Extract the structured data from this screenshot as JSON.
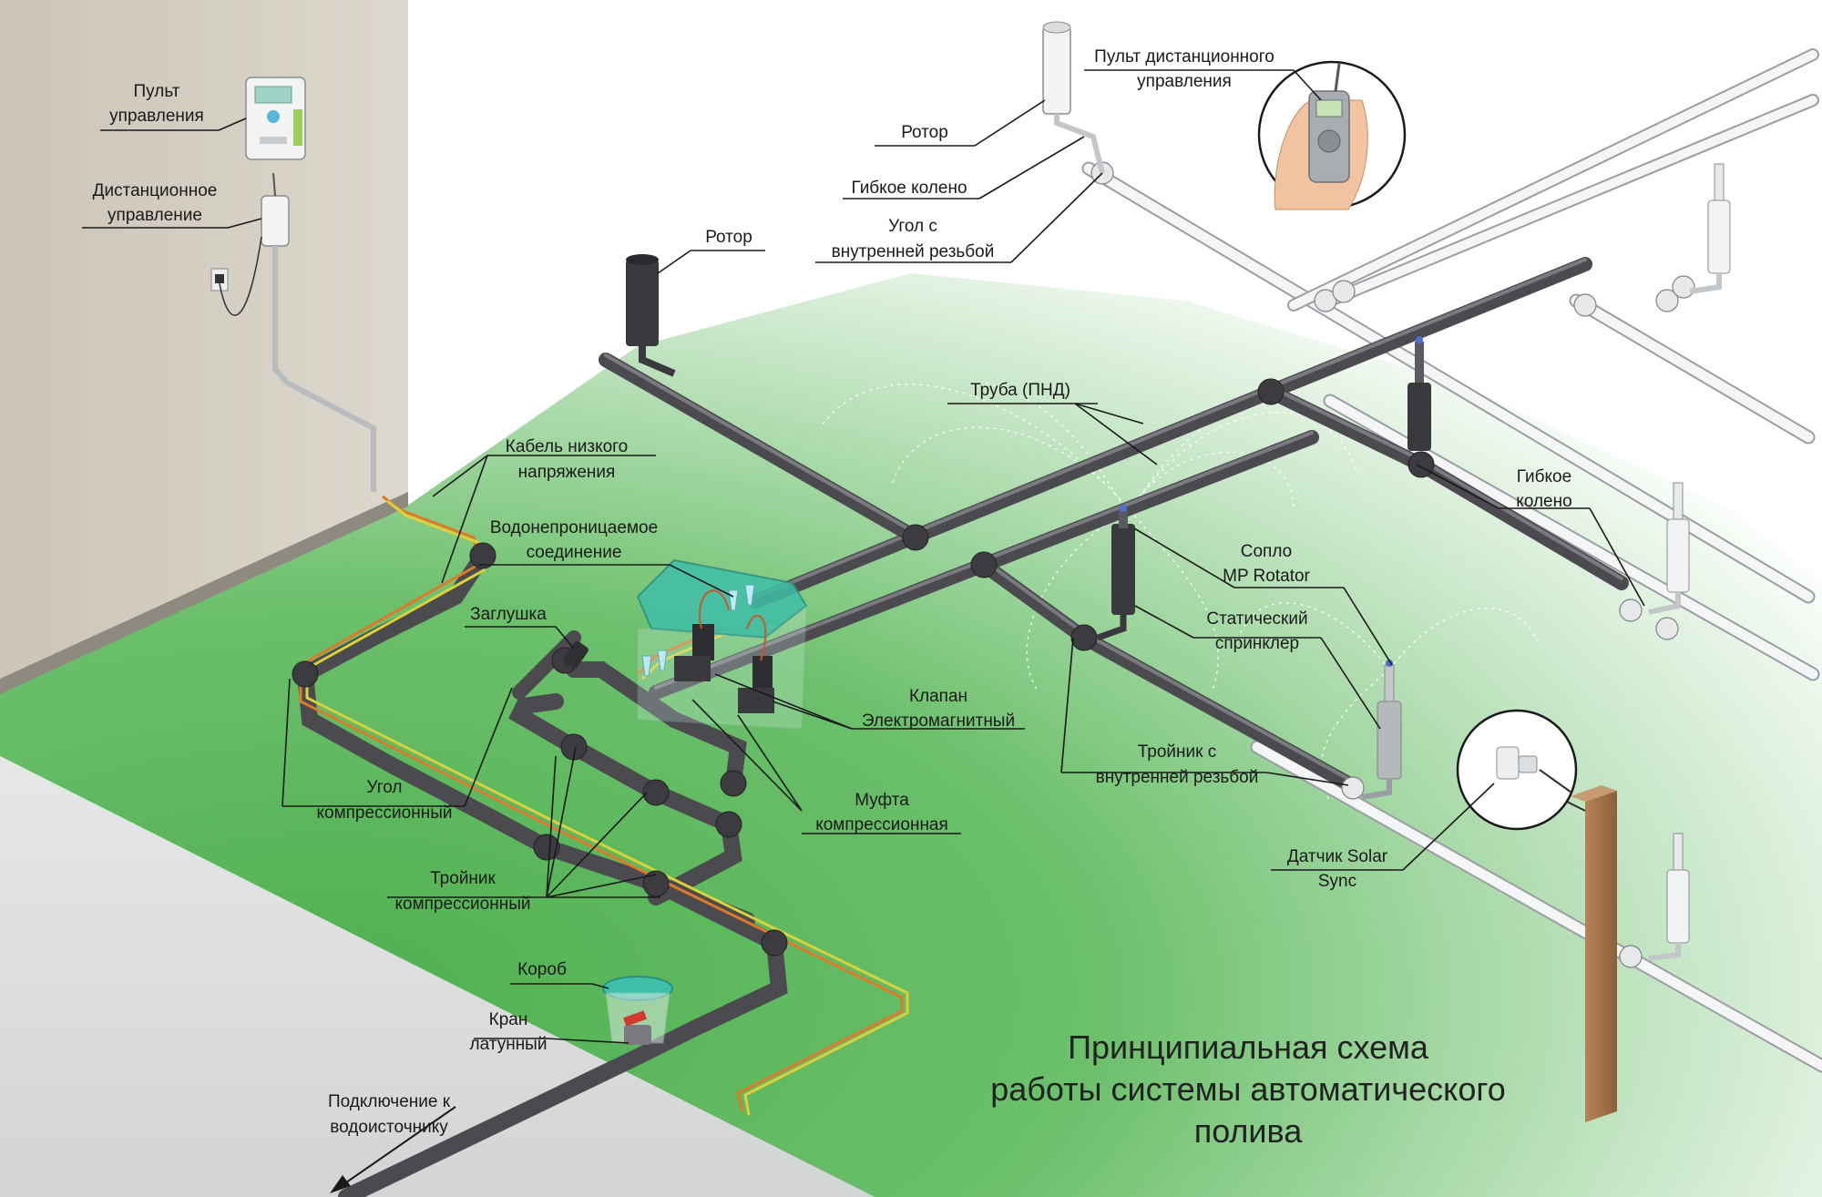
{
  "title": {
    "line1": "Принципиальная схема",
    "line2": "работы системы автоматического",
    "line3": "полива"
  },
  "labels": {
    "control_panel": [
      "Пульт",
      "управления"
    ],
    "remote_control": [
      "Дистанционное",
      "управление"
    ],
    "low_voltage_cable": [
      "Кабель низкого",
      "напряжения"
    ],
    "waterproof_connection": [
      "Водонепроницаемое",
      "соединение"
    ],
    "plug": "Заглушка",
    "compression_elbow": [
      "Угол",
      "компрессионный"
    ],
    "compression_tee": [
      "Тройник",
      "компрессионный"
    ],
    "box": "Короб",
    "brass_valve": [
      "Кран",
      "латунный"
    ],
    "water_connection": [
      "Подключение к",
      "водоисточнику"
    ],
    "rotor_center": "Ротор",
    "rotor_top": "Ротор",
    "remote_top": [
      "Пульт дистанционного",
      "управления"
    ],
    "flex_elbow_top": "Гибкое колено",
    "female_elbow": [
      "Угол с",
      "внутренней резьбой"
    ],
    "pipe_hdpe": "Труба (ПНД)",
    "flex_elbow_right": [
      "Гибкое",
      "колено"
    ],
    "nozzle_mp": [
      "Сопло",
      "MP Rotator"
    ],
    "static_sprinkler": [
      "Статический",
      "спринклер"
    ],
    "solenoid_valve": [
      "Клапан",
      "Электромагнитный"
    ],
    "compression_coupling": [
      "Муфта",
      "компрессионная"
    ],
    "female_tee": [
      "Тройник с",
      "внутренней резьбой"
    ],
    "solar_sync": [
      "Датчик Solar",
      "Sync"
    ]
  },
  "colors": {
    "lawn": "#5cb85c",
    "wall": "#d8d3c7",
    "ground": "#e3e4e5",
    "pipe_dark": "#4a4a4f",
    "pipe_white": "#f0f1f2",
    "cable_orange": "#e07a2a",
    "cable_yellow": "#d9d23a",
    "valve_box": "#3fbfa8",
    "brass_handle": "#d13b2b",
    "post": "#a8744a"
  }
}
